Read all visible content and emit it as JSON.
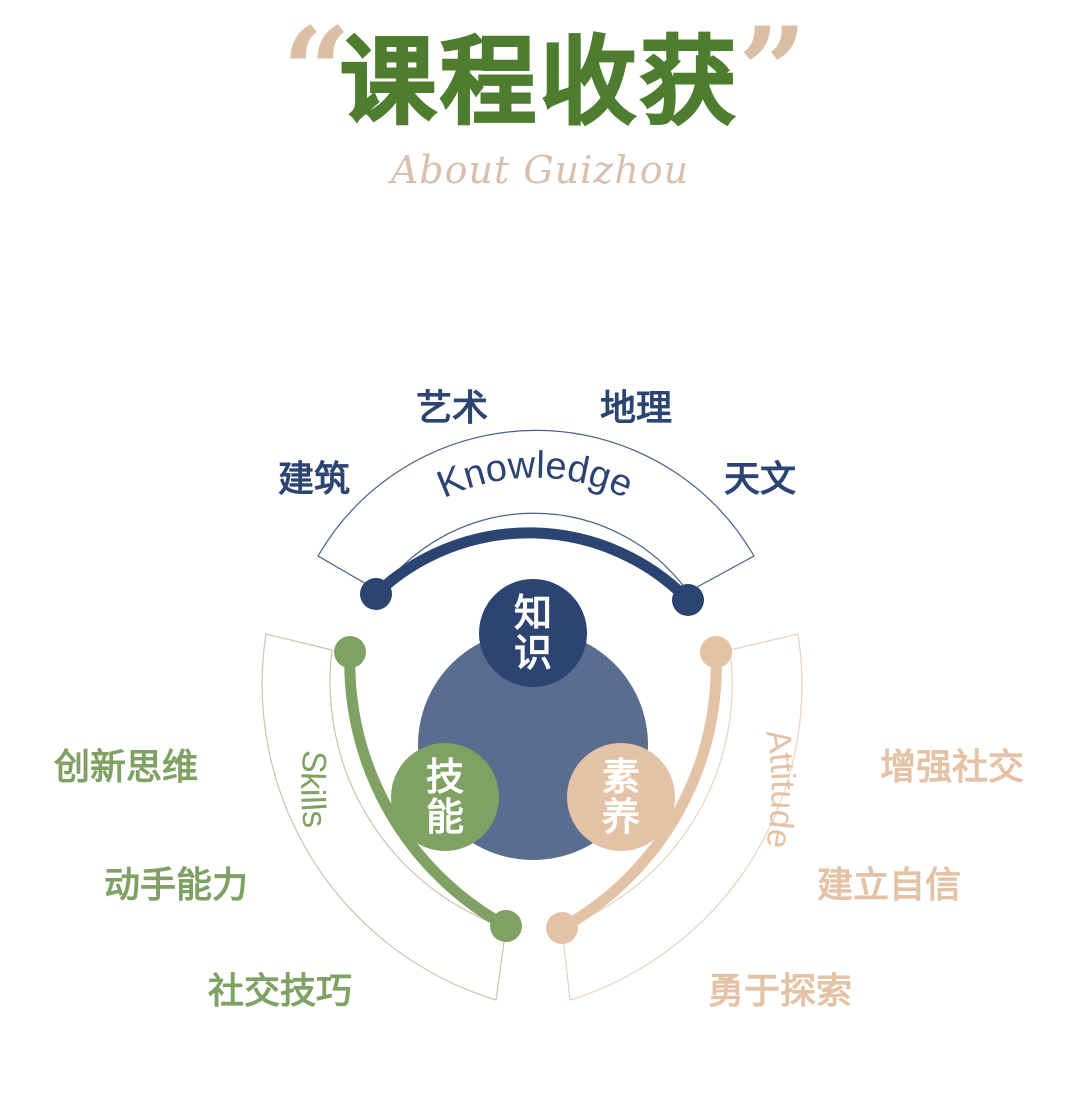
{
  "header": {
    "quote_open": "“",
    "title": "课程收获",
    "quote_close": "”",
    "subtitle": "About Guizhou"
  },
  "colors": {
    "knowledge": "#2c4472",
    "knowledge_center": "#5a6d8e",
    "skills": "#7fa163",
    "attitude": "#e3c2a6",
    "title_green": "#4f7d2f"
  },
  "diagram": {
    "center": {
      "knowledge": [
        "知",
        "识"
      ],
      "skills": [
        "技",
        "能"
      ],
      "attitude": [
        "素",
        "养"
      ]
    },
    "arcs": {
      "knowledge": "Knowledge",
      "skills": "Skills",
      "attitude": "Attitude"
    },
    "knowledge_items": [
      "艺术",
      "地理",
      "建筑",
      "天文"
    ],
    "skills_items": [
      "创新思维",
      "动手能力",
      "社交技巧"
    ],
    "attitude_items": [
      "增强社交",
      "建立自信",
      "勇于探索"
    ]
  }
}
